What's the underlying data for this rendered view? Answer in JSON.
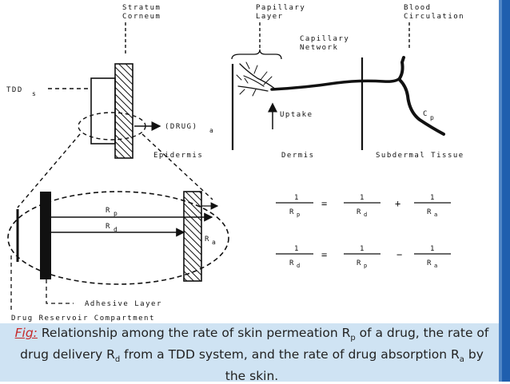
{
  "labels": {
    "stratum_corneum": [
      "Stratum",
      "Corneum"
    ],
    "papillary_layer": [
      "Papillary",
      "Layer"
    ],
    "blood_circulation": [
      "Blood",
      "Circulation"
    ],
    "capillary_network": [
      "Capillary",
      "Network"
    ],
    "tdd": "TDD",
    "tdd_sub": "s",
    "uptake": "Uptake",
    "cp": "C",
    "cp_sub": "p",
    "drug": "(DRUG)",
    "drug_sub": "a",
    "epidermis": "Epidermis",
    "dermis": "Dermis",
    "subdermal": "Subdermal Tissue",
    "rp": "R",
    "rp_sub": "p",
    "rd": "R",
    "rd_sub": "d",
    "ra": "R",
    "ra_sub": "a",
    "adhesive_layer": "Adhesive Layer",
    "drug_reservoir": "Drug Reservoir Compartment"
  },
  "equations": {
    "eq1": {
      "lhs": [
        "1",
        "R",
        "p"
      ],
      "t1": [
        "1",
        "R",
        "d"
      ],
      "op": "+",
      "t2": [
        "1",
        "R",
        "a"
      ]
    },
    "eq2": {
      "lhs": [
        "1",
        "R",
        "d"
      ],
      "t1": [
        "1",
        "R",
        "p"
      ],
      "op": "−",
      "t2": [
        "1",
        "R",
        "a"
      ]
    },
    "equals": "="
  },
  "caption": {
    "fig_label": "Fig:",
    "p1": " Relationship among the rate of skin permeation R",
    "s1": "p",
    "p2": " of a drug, the rate of drug delivery R",
    "s2": "d",
    "p3": " from a TDD system, and the rate of drug absorption R",
    "s3": "a",
    "p4": " by the skin."
  },
  "colors": {
    "caption_bg": "#cfe3f3",
    "fig_red": "#c62828",
    "accent_bar": "#1f5fae"
  }
}
